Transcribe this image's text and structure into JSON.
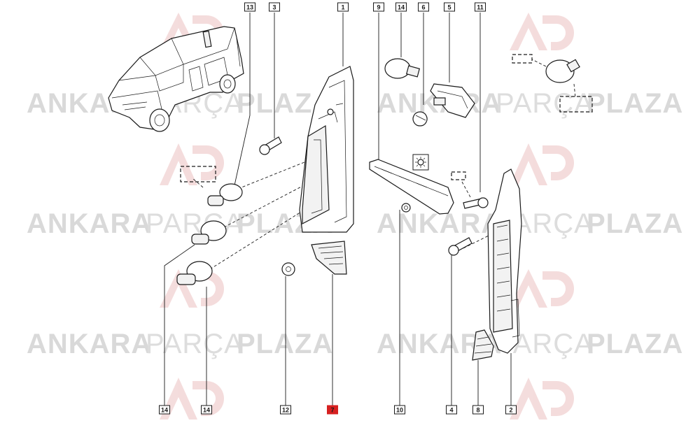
{
  "watermark": {
    "word_bold_1": "ANKARA",
    "word_light": "PARÇA",
    "word_bold_2": "PLAZA",
    "logo_letters": "AP",
    "color_text": "#d9d9d9",
    "color_logo": "#f3d9d9"
  },
  "callouts_top": [
    "13",
    "3",
    "1",
    "9",
    "14",
    "6",
    "5",
    "11"
  ],
  "callouts_bottom": [
    "14",
    "14",
    "12",
    "7",
    "10",
    "4",
    "8",
    "2"
  ],
  "highlighted_callout": "7",
  "colors": {
    "line": "#1a1a1a",
    "highlight": "#d62020",
    "background": "#ffffff"
  }
}
